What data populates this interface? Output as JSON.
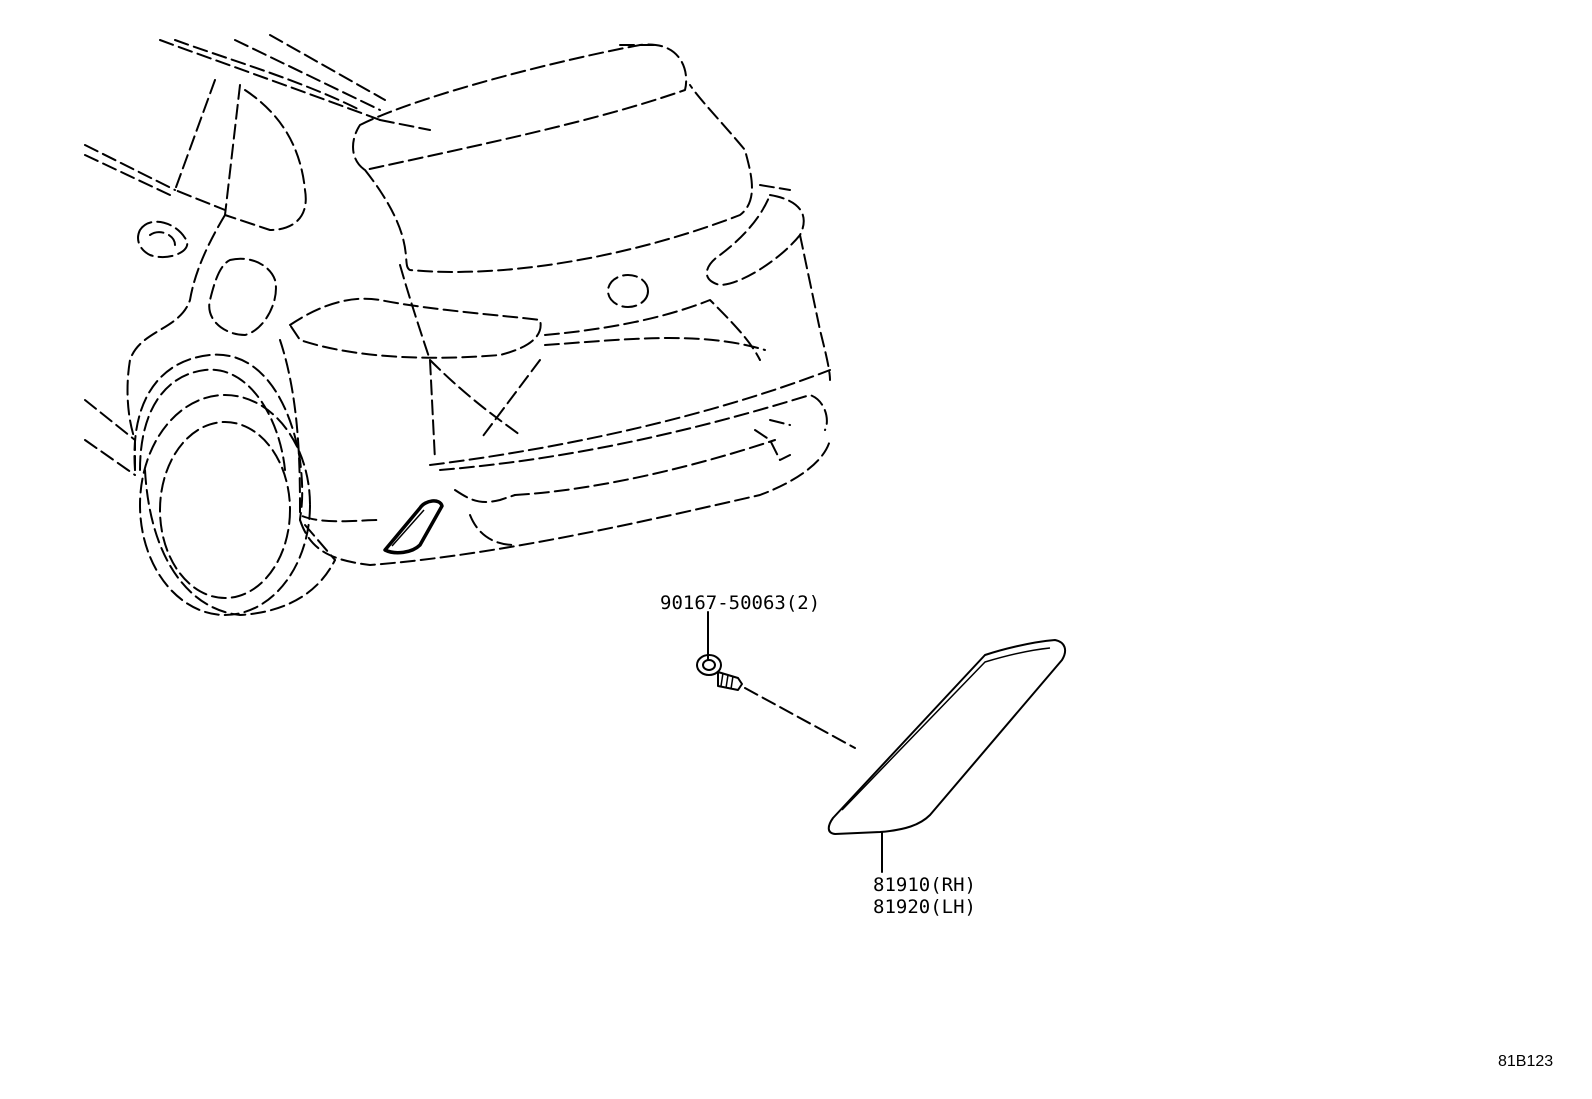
{
  "diagram": {
    "parts": [
      {
        "part_number": "90167-50063(2)",
        "component": "screw"
      },
      {
        "part_number_rh": "81910(RH)",
        "part_number_lh": "81920(LH)",
        "component": "rear-reflector"
      }
    ],
    "diagram_code": "81B123"
  }
}
